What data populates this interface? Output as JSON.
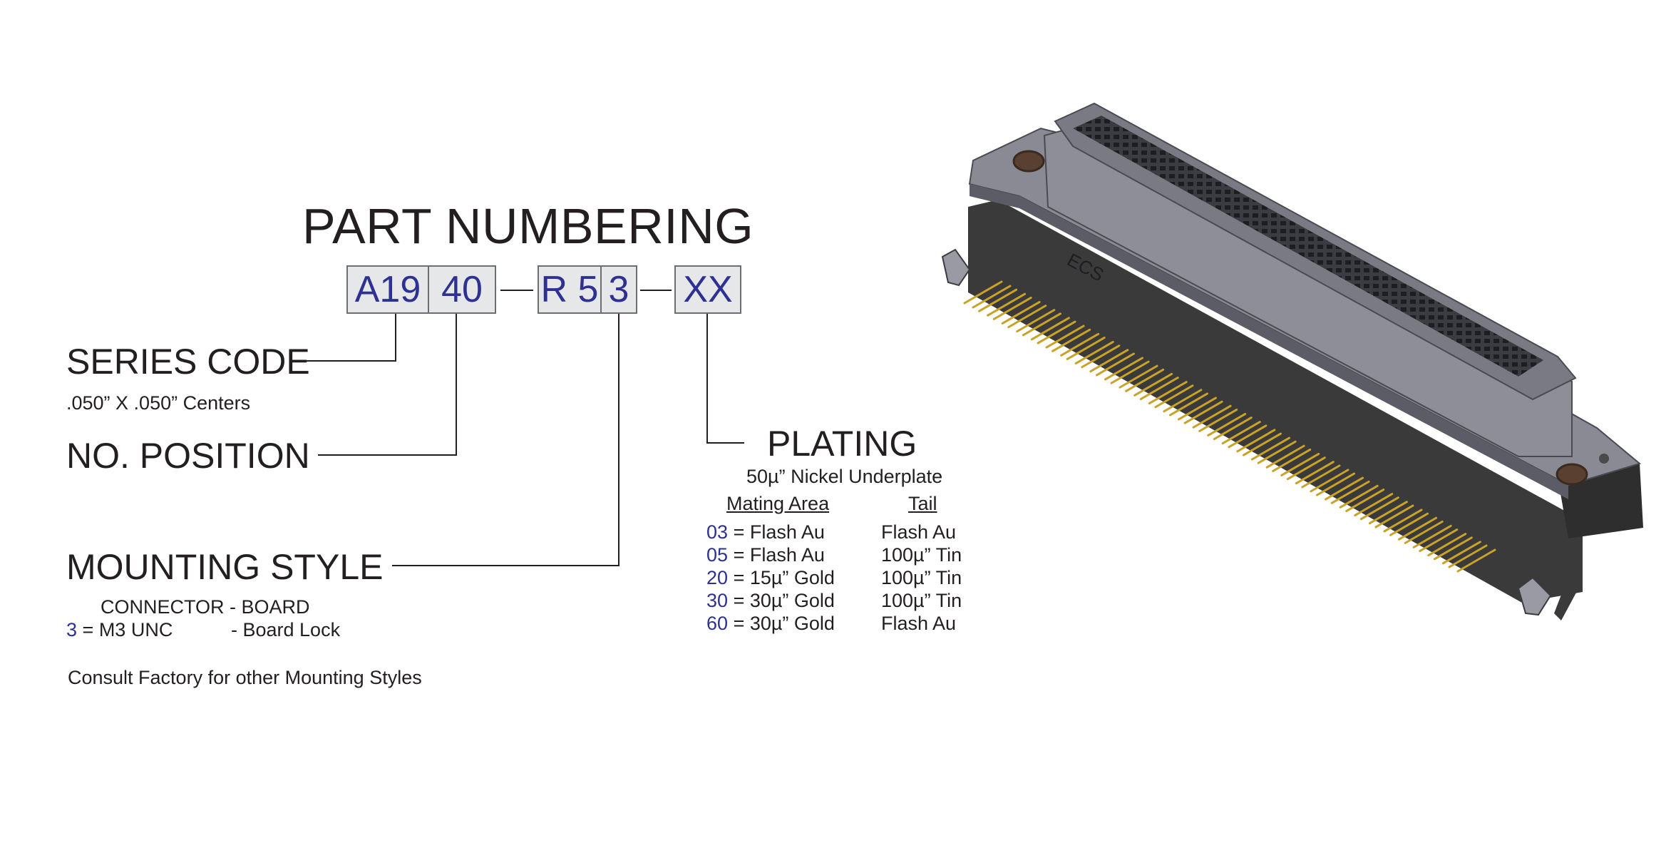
{
  "title": "PART NUMBERING",
  "code_boxes": [
    "A19",
    "40",
    "R 5",
    "3",
    "XX"
  ],
  "series_code": {
    "label": "SERIES CODE",
    "note": ".050” X .050” Centers"
  },
  "no_position": {
    "label": "NO. POSITION"
  },
  "mounting_style": {
    "label": "MOUNTING STYLE",
    "header": "CONNECTOR - BOARD",
    "option_code": "3",
    "option_connector": "= M3 UNC",
    "option_board": "- Board Lock",
    "footnote": "Consult Factory for other Mounting Styles"
  },
  "plating": {
    "label": "PLATING",
    "note": "50µ” Nickel Underplate",
    "col_mating": "Mating Area",
    "col_tail": "Tail",
    "rows": [
      {
        "code": "03",
        "mating": "= Flash Au",
        "tail": "Flash Au"
      },
      {
        "code": "05",
        "mating": "= Flash Au",
        "tail": "100µ” Tin"
      },
      {
        "code": "20",
        "mating": "= 15µ” Gold",
        "tail": "100µ” Tin"
      },
      {
        "code": "30",
        "mating": "= 30µ” Gold",
        "tail": "100µ” Tin"
      },
      {
        "code": "60",
        "mating": "= 30µ” Gold",
        "tail": "Flash Au"
      }
    ]
  },
  "connector_marking": "ECS",
  "colors": {
    "code_blue": "#2e3192",
    "box_fill": "#e6e7e9",
    "housing": "#8c8c96",
    "pins": "#c9a227"
  }
}
